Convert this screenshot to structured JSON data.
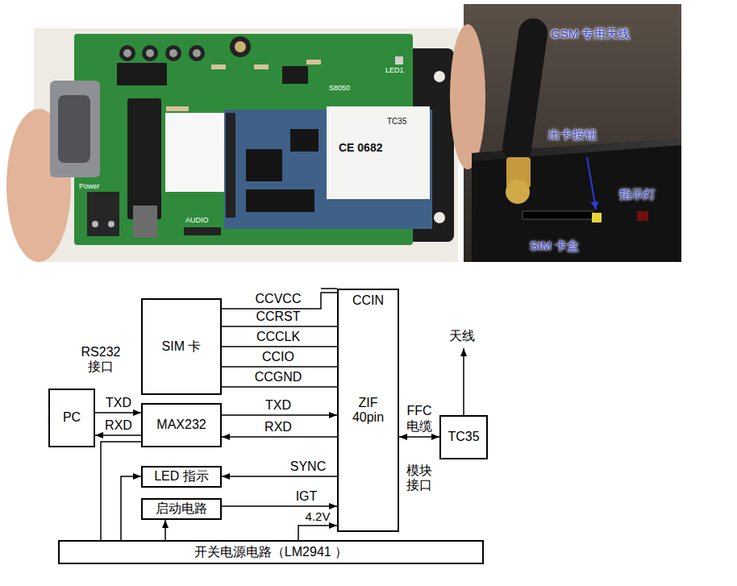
{
  "diagram": {
    "nodes": [
      {
        "text": [
          "SIM 卡"
        ]
      },
      {
        "text": [
          "CCIN",
          "ZIF 40pin"
        ]
      },
      {
        "text": [
          "PC"
        ]
      },
      {
        "text": [
          "MAX232"
        ]
      },
      {
        "text": [
          "LED 指示"
        ]
      },
      {
        "text": [
          "启动电路"
        ]
      },
      {
        "text": [
          "TC35"
        ]
      },
      {
        "text": [
          "开关电源电路（LM2941 ）"
        ]
      }
    ],
    "edges": [
      {
        "from": 0,
        "to": 1,
        "arrow": "none",
        "label": "CCVCC"
      },
      {
        "from": 0,
        "to": 1,
        "arrow": "none",
        "label": "CCRST"
      },
      {
        "from": 0,
        "to": 1,
        "arrow": "none",
        "label": "CCCLK"
      },
      {
        "from": 0,
        "to": 1,
        "arrow": "none",
        "label": "CCIO"
      },
      {
        "from": 0,
        "to": 1,
        "arrow": "none",
        "label": "CCGND"
      },
      {
        "from": 2,
        "to": 3,
        "arrow": "to",
        "label": "TXD"
      },
      {
        "from": 3,
        "to": 2,
        "arrow": "to",
        "label": "RXD"
      },
      {
        "from": 3,
        "to": 1,
        "arrow": "to",
        "label": "TXD"
      },
      {
        "from": 1,
        "to": 3,
        "arrow": "to",
        "label": "RXD"
      },
      {
        "from": 1,
        "to": 4,
        "arrow": "to",
        "label": "SYNC"
      },
      {
        "from": 5,
        "to": 1,
        "arrow": "to",
        "label": "IGT"
      },
      {
        "from": 1,
        "to": 6,
        "arrow": "both",
        "label": "FFC 电缆"
      },
      {
        "from": 7,
        "to": 5,
        "arrow": "to"
      },
      {
        "from": 7,
        "to": 4,
        "arrow": "to"
      },
      {
        "from": 7,
        "to": 3,
        "arrow": "none"
      },
      {
        "from": 7,
        "to": 1,
        "arrow": "to",
        "label": "4.2V"
      }
    ],
    "labels": [
      "GSM 专用天线",
      "出卡按钮",
      "指示灯",
      "SIM 卡盒",
      "Power",
      "AUDIO",
      "LED1",
      "S8050",
      "CE 0682",
      "TC35",
      "RS232 接口",
      "天线",
      "模块 接口"
    ]
  }
}
